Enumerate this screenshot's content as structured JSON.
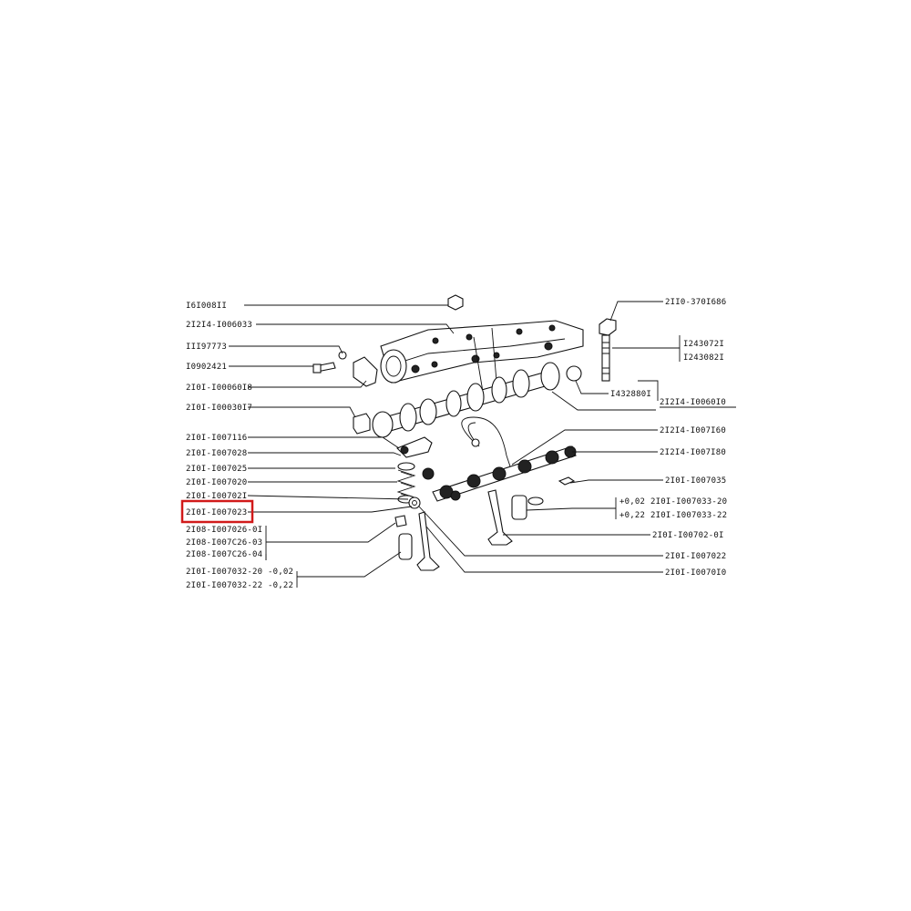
{
  "highlight_color": "#d11a1a",
  "labels": {
    "l1": "I6I008II",
    "l2": "2I2I4-I006033",
    "l3": "III97773",
    "l4": "I0902421",
    "l5": "2I0I-I00060I8",
    "l6": "2I0I-I00030I7",
    "l7": "2I0I-I007116",
    "l8": "2I0I-I007028",
    "l9": "2I0I-I007025",
    "l10": "2I0I-I007020",
    "l11": "2I0I-I00702I",
    "l12": "2I0I-I007023",
    "l13": "2I08-I007026-0I",
    "l14": "2I08-I007C26-03",
    "l15": "2I08-I007C26-04",
    "l16": "2I0I-I007032-20",
    "l16s": "-0,02",
    "l17": "2I0I-I007032-22",
    "l17s": "-0,22",
    "r1": "2II0-370I686",
    "r2": "I243072I",
    "r3": "I243082I",
    "r4": "I432880I",
    "r5": "2I2I4-I0060I0",
    "r6": "2I2I4-I007I60",
    "r7": "2I2I4-I007I80",
    "r8": "2I0I-I007035",
    "r9p": "+0,02",
    "r9": "2I0I-I007033-20",
    "r10p": "+0,22",
    "r10": "2I0I-I007033-22",
    "r11": "2I0I-I00702-0I",
    "r12": "2I0I-I007022",
    "r13": "2I0I-I0070I0"
  }
}
